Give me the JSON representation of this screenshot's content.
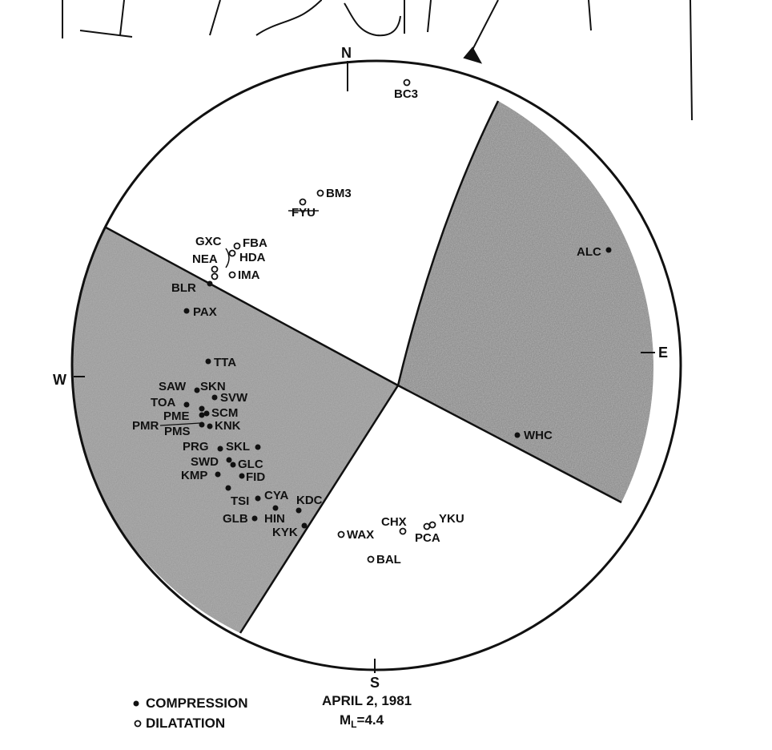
{
  "compass": {
    "north": "N",
    "south": "S",
    "east": "E",
    "west": "W"
  },
  "legend": {
    "compression": "COMPRESSION",
    "dilatation": "DILATATION"
  },
  "event": {
    "date": "APRIL 2, 1981",
    "magnitude_symbol": "M",
    "magnitude_subscript": "L",
    "magnitude_value": "=4.4"
  },
  "stations": [
    {
      "name": "BC3",
      "polarity": "dilatation"
    },
    {
      "name": "BM3",
      "polarity": "dilatation"
    },
    {
      "name": "FYU",
      "polarity": "dilatation"
    },
    {
      "name": "GXC",
      "polarity": "dilatation"
    },
    {
      "name": "FBA",
      "polarity": "dilatation"
    },
    {
      "name": "NEA",
      "polarity": "dilatation"
    },
    {
      "name": "HDA",
      "polarity": "dilatation"
    },
    {
      "name": "IMA",
      "polarity": "dilatation"
    },
    {
      "name": "BLR",
      "polarity": "compression"
    },
    {
      "name": "PAX",
      "polarity": "compression"
    },
    {
      "name": "TTA",
      "polarity": "compression"
    },
    {
      "name": "SAW",
      "polarity": "compression"
    },
    {
      "name": "SKN",
      "polarity": "compression"
    },
    {
      "name": "TOA",
      "polarity": "compression"
    },
    {
      "name": "SVW",
      "polarity": "compression"
    },
    {
      "name": "PME",
      "polarity": "compression"
    },
    {
      "name": "SCM",
      "polarity": "compression"
    },
    {
      "name": "PMR",
      "polarity": "compression"
    },
    {
      "name": "PMS",
      "polarity": "compression"
    },
    {
      "name": "KNK",
      "polarity": "compression"
    },
    {
      "name": "PRG",
      "polarity": "compression"
    },
    {
      "name": "SKL",
      "polarity": "compression"
    },
    {
      "name": "SWD",
      "polarity": "compression"
    },
    {
      "name": "GLC",
      "polarity": "compression"
    },
    {
      "name": "KMP",
      "polarity": "compression"
    },
    {
      "name": "FID",
      "polarity": "compression"
    },
    {
      "name": "TSI",
      "polarity": "compression"
    },
    {
      "name": "CYA",
      "polarity": "compression"
    },
    {
      "name": "KDC",
      "polarity": "compression"
    },
    {
      "name": "GLB",
      "polarity": "compression"
    },
    {
      "name": "HIN",
      "polarity": "compression"
    },
    {
      "name": "KYK",
      "polarity": "compression"
    },
    {
      "name": "ALC",
      "polarity": "compression"
    },
    {
      "name": "WHC",
      "polarity": "compression"
    },
    {
      "name": "CHX",
      "polarity": "dilatation"
    },
    {
      "name": "YKU",
      "polarity": "dilatation"
    },
    {
      "name": "WAX",
      "polarity": "dilatation"
    },
    {
      "name": "PCA",
      "polarity": "dilatation"
    },
    {
      "name": "BAL",
      "polarity": "dilatation"
    }
  ]
}
